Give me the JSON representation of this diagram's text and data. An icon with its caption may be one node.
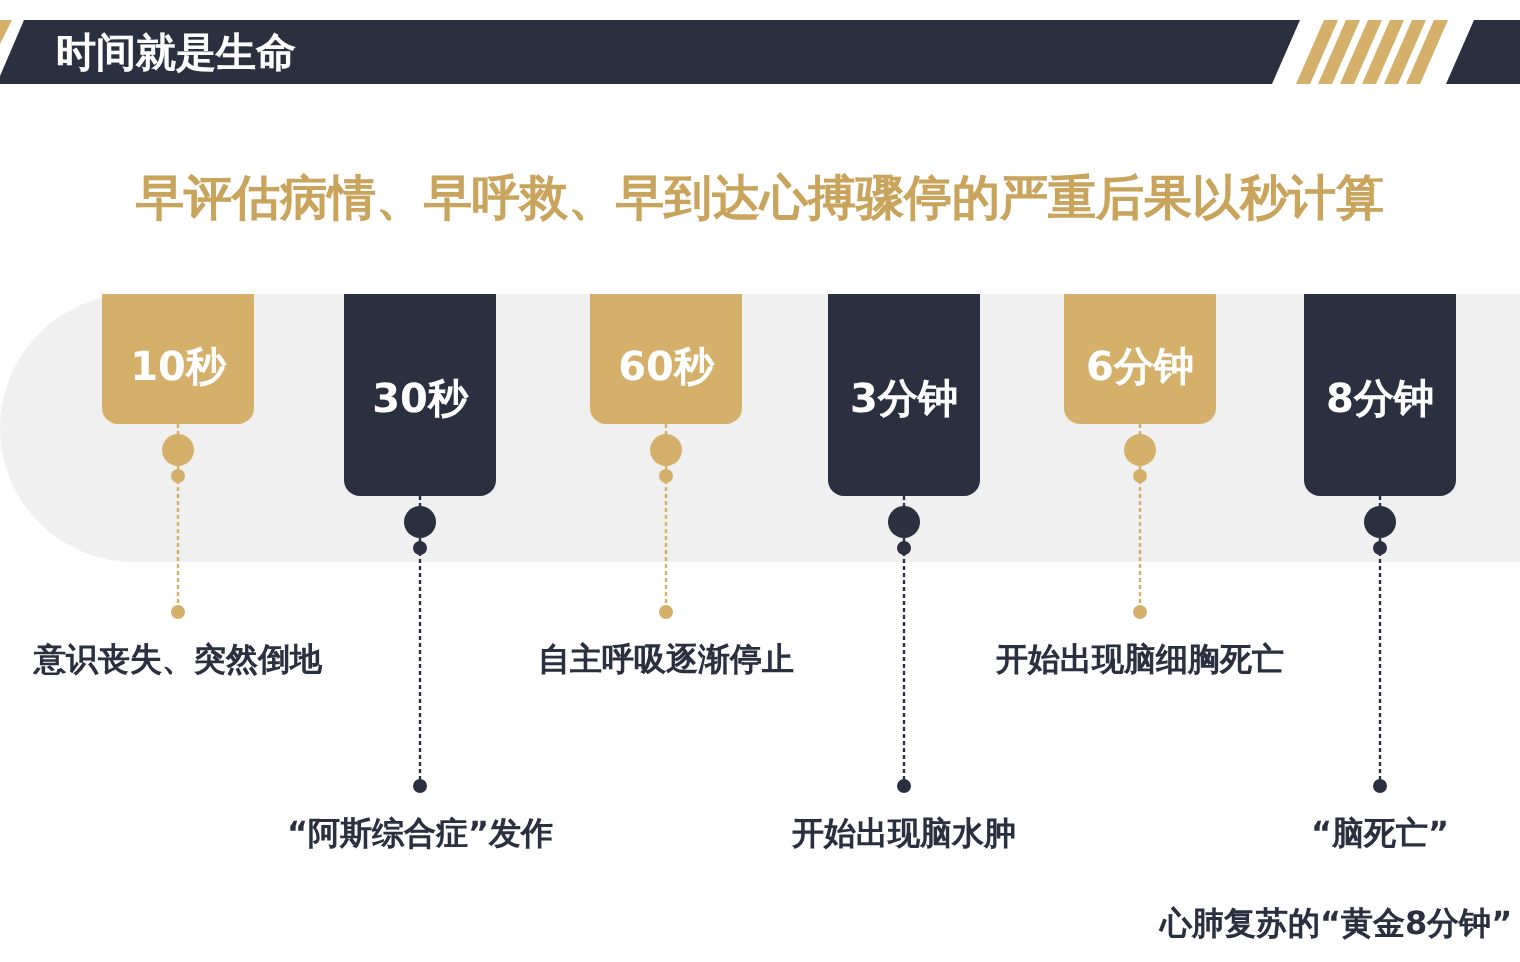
{
  "diagram": {
    "title": "时间就是生命",
    "caption": "早评估病情、早呼救、早到达心搏骤停的严重后果以秒计算",
    "nodes": [
      {
        "text": [
          "10秒"
        ]
      },
      {
        "text": [
          "30秒"
        ]
      },
      {
        "text": [
          "60秒"
        ]
      },
      {
        "text": [
          "3分钟"
        ]
      },
      {
        "text": [
          "6分钟"
        ]
      },
      {
        "text": [
          "8分钟"
        ]
      },
      {
        "text": [
          "意识丧失、突然倒地"
        ]
      },
      {
        "text": [
          "“阿斯综合症”发作"
        ]
      },
      {
        "text": [
          "自主呼吸逐渐停止"
        ]
      },
      {
        "text": [
          "开始出现脑水肿"
        ]
      },
      {
        "text": [
          "开始出现脑细胸死亡"
        ]
      },
      {
        "text": [
          "“脑死亡”"
        ]
      }
    ],
    "edges": [
      {
        "from": 0,
        "to": 6,
        "arrow": "other",
        "style": "dashed",
        "color": "#d4b06a"
      },
      {
        "from": 1,
        "to": 7,
        "arrow": "other",
        "style": "dashed",
        "color": "#2b3040"
      },
      {
        "from": 2,
        "to": 8,
        "arrow": "other",
        "style": "dashed",
        "color": "#d4b06a"
      },
      {
        "from": 3,
        "to": 9,
        "arrow": "other",
        "style": "dashed",
        "color": "#2b3040"
      },
      {
        "from": 4,
        "to": 10,
        "arrow": "other",
        "style": "dashed",
        "color": "#d4b06a"
      },
      {
        "from": 5,
        "to": 11,
        "arrow": "other",
        "style": "dashed",
        "color": "#2b3040"
      }
    ],
    "labels": [
      "心肺复苏的“黄金8分钟”"
    ]
  }
}
